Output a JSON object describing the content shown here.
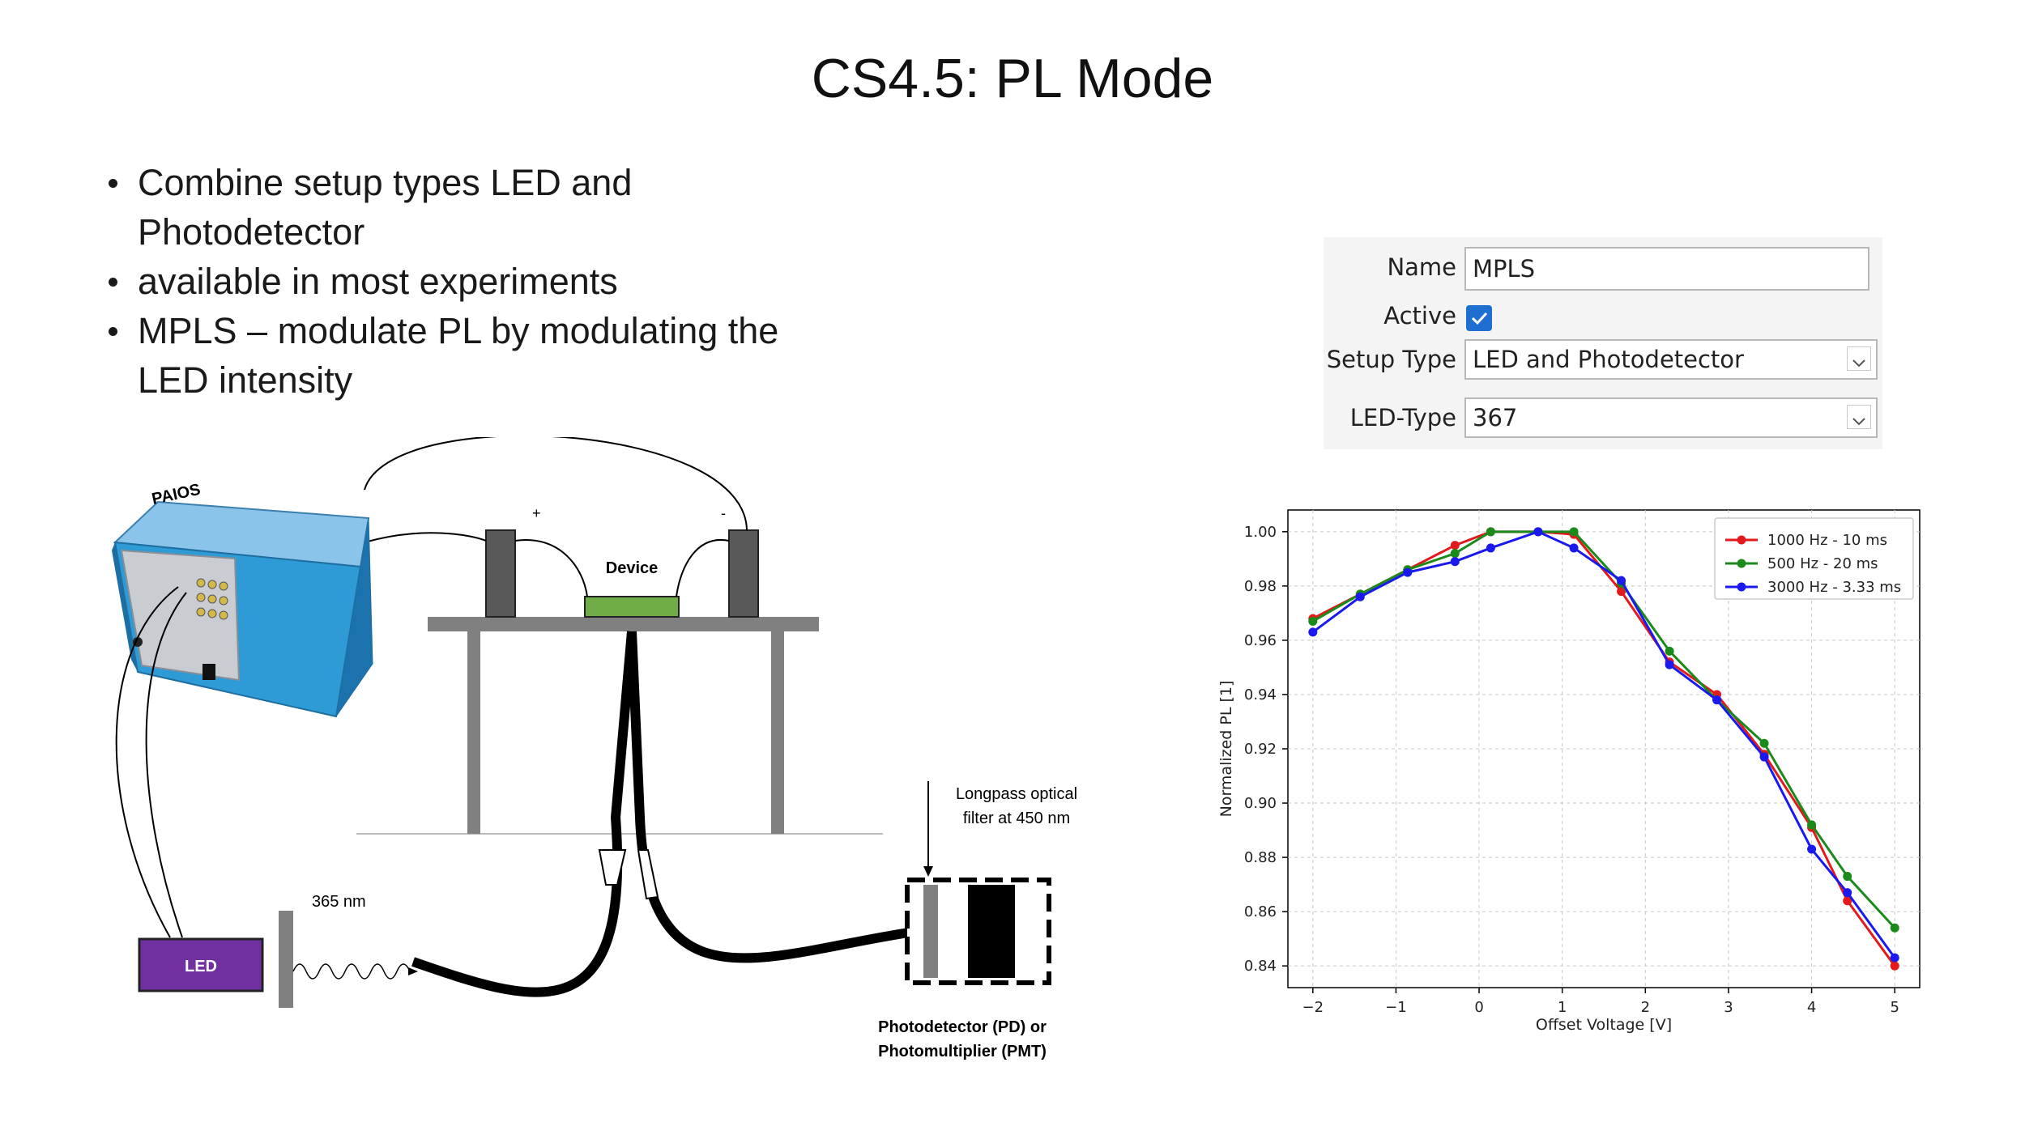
{
  "slide": {
    "title": "CS4.5: PL Mode",
    "bullets": [
      "Combine setup types LED and Photodetector",
      "available in most experiments",
      "MPLS – modulate PL by modulating the LED intensity"
    ]
  },
  "settings": {
    "name_label": "Name",
    "name_value": "MPLS",
    "active_label": "Active",
    "active_checked": true,
    "setup_type_label": "Setup Type",
    "setup_type_value": "LED and Photodetector",
    "led_type_label": "LED-Type",
    "led_type_value": "367",
    "check_color": "#1f6fd1"
  },
  "diagram": {
    "instrument_label": "PAIOS",
    "device_label": "Device",
    "plus_label": "+",
    "minus_label": "-",
    "led_label": "LED",
    "wavelength_label": "365 nm",
    "filter_note_line1": "Longpass optical",
    "filter_note_line2": "filter at 450 nm",
    "detector_line1": "Photodetector (PD) or",
    "detector_line2": "Photomultiplier (PMT)",
    "led_color": "#7030a0",
    "device_color": "#70ad47",
    "instrument_color": "#2e9bd6"
  },
  "chart_data": {
    "type": "line",
    "xlabel": "Offset Voltage [V]",
    "ylabel": "Normalized PL [1]",
    "xlim": [
      -2.3,
      5.3
    ],
    "ylim": [
      0.832,
      1.008
    ],
    "xticks": [
      -2,
      -1,
      0,
      1,
      2,
      3,
      4,
      5
    ],
    "xtick_labels": [
      "−2",
      "−1",
      "0",
      "1",
      "2",
      "3",
      "4",
      "5"
    ],
    "yticks": [
      0.84,
      0.86,
      0.88,
      0.9,
      0.92,
      0.94,
      0.96,
      0.98,
      1.0
    ],
    "ytick_labels": [
      "0.84",
      "0.86",
      "0.88",
      "0.90",
      "0.92",
      "0.94",
      "0.96",
      "0.98",
      "1.00"
    ],
    "grid": true,
    "legend_position": "top-right",
    "x": [
      -2,
      -1.43,
      -0.86,
      -0.29,
      0.14,
      0.71,
      1.14,
      1.71,
      2.29,
      2.86,
      3.43,
      4.0,
      4.43,
      5.0
    ],
    "series": [
      {
        "name": "1000 Hz - 10 ms",
        "color": "#e31a1c",
        "values": [
          0.968,
          0.977,
          0.986,
          0.995,
          1.0,
          1.0,
          0.999,
          0.978,
          0.952,
          0.94,
          0.918,
          0.891,
          0.864,
          0.84
        ]
      },
      {
        "name": "500 Hz - 20 ms",
        "color": "#1a8a1a",
        "values": [
          0.967,
          0.977,
          0.986,
          0.992,
          1.0,
          1.0,
          1.0,
          0.981,
          0.956,
          0.938,
          0.922,
          0.892,
          0.873,
          0.854
        ]
      },
      {
        "name": "3000 Hz - 3.33 ms",
        "color": "#1a1aee",
        "values": [
          0.963,
          0.976,
          0.985,
          0.989,
          0.994,
          1.0,
          0.994,
          0.982,
          0.951,
          0.938,
          0.917,
          0.883,
          0.867,
          0.843
        ]
      }
    ]
  }
}
